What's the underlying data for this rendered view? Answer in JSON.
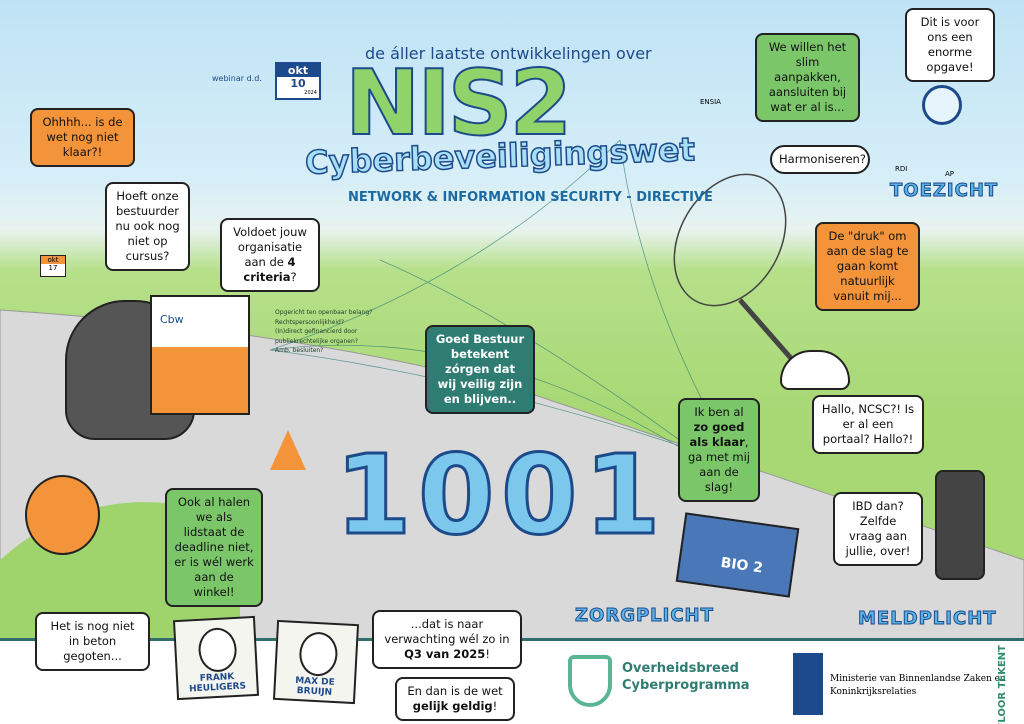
{
  "header": {
    "subtitle": "de áller laatste ontwikkelingen over",
    "webinar_label": "webinar d.d.",
    "calendar": {
      "month": "okt",
      "day": "10",
      "year": "2024"
    },
    "title_big": "NIS2",
    "title_word": "Cyberbeveiligingswet",
    "directive": "NETWORK & INFORMATION SECURITY - DIRECTIVE",
    "ensia": "ENSIA"
  },
  "bubbles": {
    "wet_klaar": "Ohhhh... is de wet nog niet klaar?!",
    "bestuurder": "Hoeft onze bestuurder nu ook nog niet op cursus?",
    "criteria_pre": "Voldoet jouw organisatie aan de",
    "criteria_bold": "4 criteria",
    "criteria_post": "?",
    "goed_bestuur": "Goed Bestuur betekent zórgen dat wij veilig zijn en blijven..",
    "slim": "We willen het slim aanpakken, aansluiten bij wat er al is...",
    "opgave": "Dit is voor ons een enorme opgave!",
    "harmoniseren": "Harmoniseren?",
    "druk": "De \"druk\" om aan de slag te gaan komt natuurlijk vanuit mij...",
    "klaar_pre": "Ik ben al",
    "klaar_bold": "zo goed als klaar",
    "klaar_post": ", ga met mij aan de slag!",
    "ncsc": "Hallo, NCSC?! Is er al een portaal? Hallo?!",
    "ibd": "IBD dan? Zelfde vraag aan jullie, over!",
    "lidstaat": "Ook al halen we als lidstaat de deadline niet, er is wél werk aan de winkel!",
    "beton": "Het is nog niet in beton gegoten...",
    "verwachting_pre": "...dat is naar verwachting wél zo in",
    "verwachting_bold": "Q3 van 2025",
    "verwachting_post": "!",
    "geldig_pre": "En dan is de wet",
    "geldig_bold": "gelijk geldig",
    "geldig_post": "!"
  },
  "checklist": [
    "Opgericht ten openbaar belang?",
    "Rechtspersoonlijkheid?",
    "(In)direct gefinancierd door publiekrechtelijke organen?",
    "Amb. besluiten?"
  ],
  "labels": {
    "toezicht": "TOEZICHT",
    "zorgplicht": "ZORGPLICHT",
    "meldplicht": "MELDPLICHT",
    "rdi": "RDI",
    "ap": "AP",
    "cbw": "Cbw",
    "bio2": "BIO 2",
    "digits": [
      "1",
      "0",
      "0",
      "1"
    ],
    "mini_calendar": "okt",
    "mini_day": "17"
  },
  "people": [
    "FRANK HEULIGERS",
    "MAX DE BRUIJN"
  ],
  "footer": {
    "ocp_line1": "Overheidsbreed",
    "ocp_line2": "Cyberprogramma",
    "ministry_line1": "Ministerie van Binnenlandse Zaken en",
    "ministry_line2": "Koninkrijksrelaties",
    "artist": "FLOOR TEKENT"
  },
  "colors": {
    "navy": "#1d4a8a",
    "green": "#7cc66a",
    "orange": "#f3933a",
    "teal": "#2f7d72",
    "sky": "#bfe3f5"
  }
}
